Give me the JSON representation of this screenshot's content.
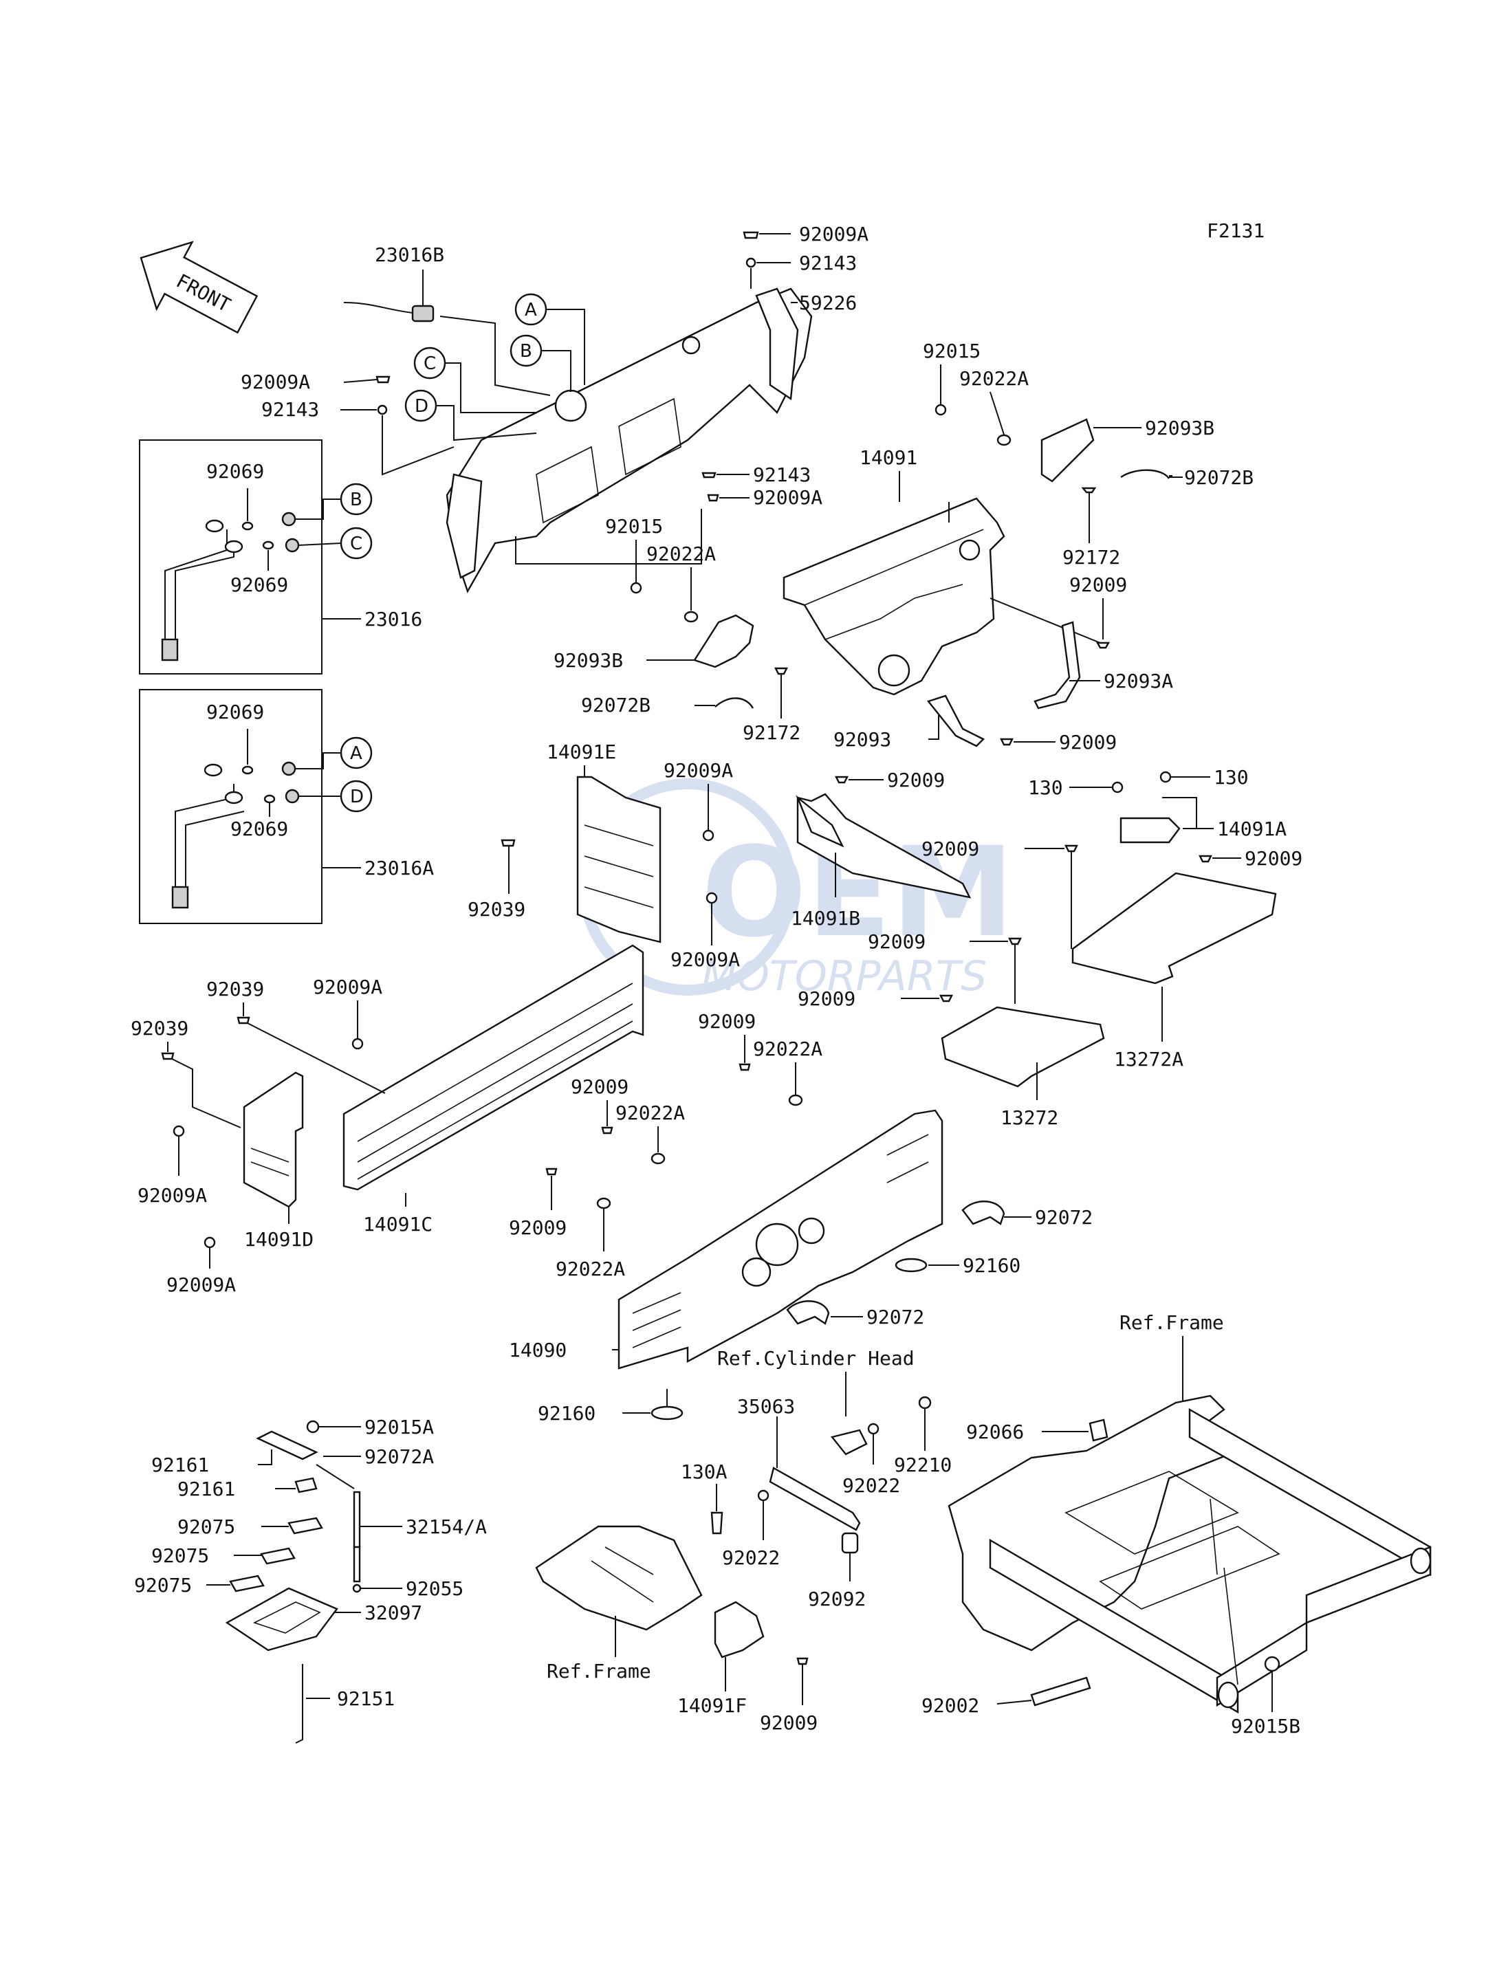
{
  "figure_code": "F2131",
  "direction_arrow": "FRONT",
  "watermark": {
    "brand": "OEM",
    "sub": "MOTORPARTS"
  },
  "callout_letters": [
    "A",
    "B",
    "C",
    "D"
  ],
  "parts": {
    "p92009A_top": "92009A",
    "p92143_top": "92143",
    "p59226": "59226",
    "p23016B": "23016B",
    "p92009A_l": "92009A",
    "p92143_l": "92143",
    "p92143_m": "92143",
    "p92009A_m": "92009A",
    "p92069_1": "92069",
    "p92069_2": "92069",
    "p23016": "23016",
    "p92069_3": "92069",
    "p92069_4": "92069",
    "p23016A": "23016A",
    "p92015_tr": "92015",
    "p92022A_tr": "92022A",
    "p92093B_tr": "92093B",
    "p92072B_tr": "92072B",
    "p14091": "14091",
    "p92172_tr": "92172",
    "p92009_tr": "92009",
    "p92093A": "92093A",
    "p92015_m": "92015",
    "p92022A_m": "92022A",
    "p92093B_m": "92093B",
    "p92072B_m": "92072B",
    "p92172_m": "92172",
    "p92093": "92093",
    "p92009_m2": "92009",
    "p14091E": "14091E",
    "p92009A_e": "92009A",
    "p92039_e": "92039",
    "p92009A_e2": "92009A",
    "p92009_b1": "92009",
    "p14091B": "14091B",
    "p130a": "130",
    "p130b": "130",
    "p14091A": "14091A",
    "p92009_r1": "92009",
    "p92009_r2": "92009",
    "p92009_r3": "92009",
    "p92009_r4": "92009",
    "p13272A": "13272A",
    "p13272": "13272",
    "p92039_a": "92039",
    "p92039_b": "92039",
    "p92009A_c": "92009A",
    "p92009A_d": "92009A",
    "p14091D": "14091D",
    "p14091C": "14091C",
    "p92009A_d2": "92009A",
    "p92009_c1": "92009",
    "p92022A_c1": "92022A",
    "p92009_c2": "92009",
    "p92022A_c2": "92022A",
    "p92009_c3": "92009",
    "p92022A_c3": "92022A",
    "p92072_a": "92072",
    "p92160_a": "92160",
    "p92072_b": "92072",
    "p14090": "14090",
    "p92160_b": "92160",
    "ref_cyl": "Ref.Cylinder Head",
    "ref_frame1": "Ref.Frame",
    "p92066": "92066",
    "p35063": "35063",
    "p130A": "130A",
    "p92210": "92210",
    "p92022_a": "92022",
    "p92022_b": "92022",
    "p92092": "92092",
    "p92015A": "92015A",
    "p92161_a": "92161",
    "p92072A": "92072A",
    "p92161_b": "92161",
    "p92075_a": "92075",
    "p32154A": "32154/A",
    "p92075_b": "92075",
    "p92055": "92055",
    "p92075_c": "92075",
    "p32097": "32097",
    "p92151": "92151",
    "ref_frame2": "Ref.Frame",
    "p14091F": "14091F",
    "p92009_f": "92009",
    "p92002": "92002",
    "p92015B": "92015B"
  }
}
